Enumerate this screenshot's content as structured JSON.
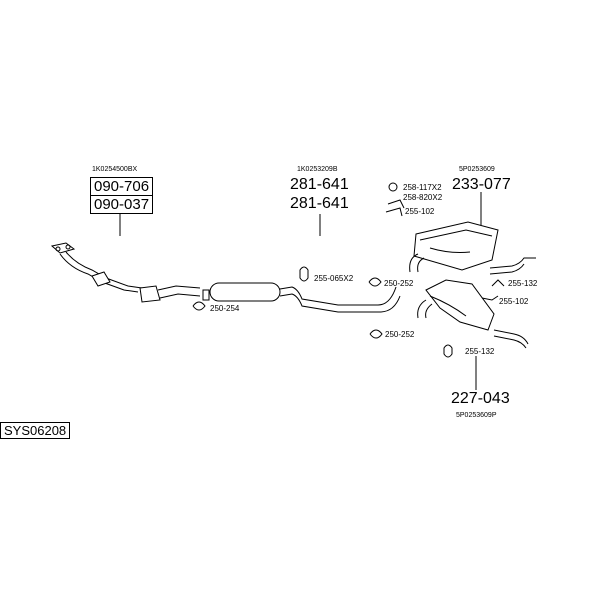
{
  "front_group": {
    "oe_number": "1K0254500BX",
    "part_numbers": [
      "090-706",
      "090-037"
    ],
    "clamp_label": "250-254"
  },
  "middle_group": {
    "oe_number": "1K0253209B",
    "part_numbers": [
      "281-641",
      "281-641"
    ],
    "hanger_label": "255-065X2",
    "clamp_labels": [
      "250-252",
      "250-252"
    ]
  },
  "rear_group": {
    "oe_number_top": "5P0253609",
    "part_number_top": "233-077",
    "labels_top": [
      "258-117X2",
      "258-820X2",
      "255-102"
    ],
    "labels_right": [
      "255-132",
      "255-102"
    ],
    "label_bottom": "255-132",
    "part_number_bottom": "227-043",
    "oe_number_bottom": "5P0253609P"
  },
  "system_code": "SYS06208"
}
